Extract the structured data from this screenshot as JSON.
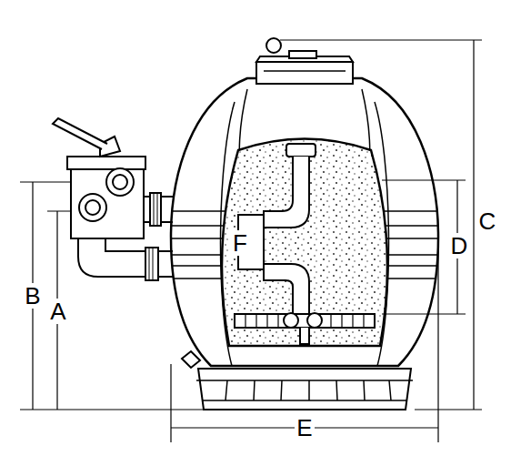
{
  "diagram": {
    "labels": [
      "C",
      "D",
      "F",
      "B",
      "A",
      "E"
    ]
  }
}
